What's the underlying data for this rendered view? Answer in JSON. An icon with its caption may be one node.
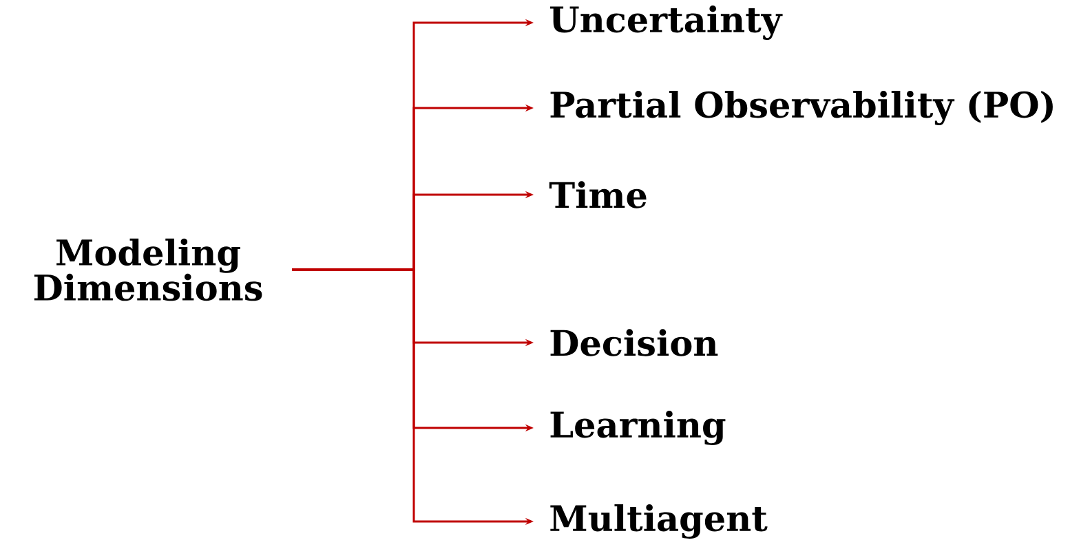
{
  "diagram": {
    "nodes": [
      {
        "text": [
          "Modeling Dimensions"
        ]
      },
      {
        "text": [
          "Uncertainty"
        ]
      },
      {
        "text": [
          "Partial Observability (PO)"
        ]
      },
      {
        "text": [
          "Time"
        ]
      },
      {
        "text": [
          "Decision"
        ]
      },
      {
        "text": [
          "Learning"
        ]
      },
      {
        "text": [
          "Multiagent"
        ]
      }
    ],
    "edges": [
      {
        "from": 0,
        "to": 1,
        "arrow": "to"
      },
      {
        "from": 0,
        "to": 2,
        "arrow": "to"
      },
      {
        "from": 0,
        "to": 3,
        "arrow": "to"
      },
      {
        "from": 0,
        "to": 4,
        "arrow": "to"
      },
      {
        "from": 0,
        "to": 5,
        "arrow": "to"
      },
      {
        "from": 0,
        "to": 6,
        "arrow": "to"
      }
    ]
  }
}
